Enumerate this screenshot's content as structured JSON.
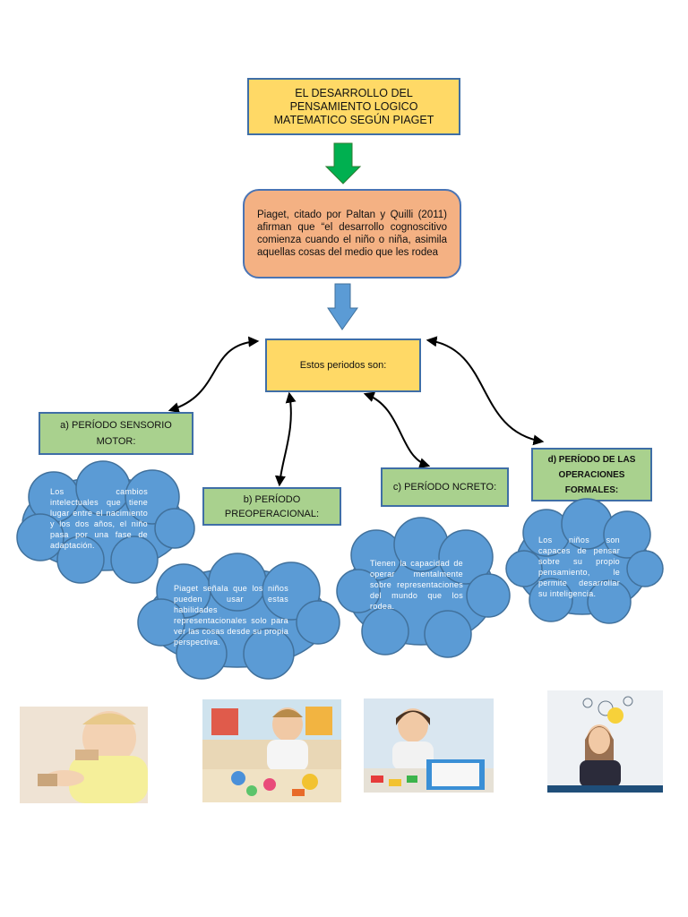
{
  "title": "EL DESARROLLO DEL PENSAMIENTO LOGICO MATEMATICO SEGÚN PIAGET",
  "intro": "Piaget, citado por Paltan y Quilli (2011) afirman que “el desarrollo cognoscitivo comienza cuando el niño o niña, asimila aquellas cosas del medio que les rodea",
  "periods_label": "Estos periodos son:",
  "periods": {
    "a": {
      "label": "a) PERÍODO SENSORIO MOTOR:",
      "text": "Los cambios intelectuales que tiene lugar entre el nacimiento y los dos años, el niño pasa por una fase de adaptación."
    },
    "b": {
      "label": "b) PERÍODO PREOPERACIONAL:",
      "text": "Piaget señala que los niños pueden usar estas habilidades representacionales solo para ver las cosas desde su propia perspectiva."
    },
    "c": {
      "label": "c) PERÍODO NCRETO:",
      "text": "Tienen la capacidad de operar mentalmente sobre representaciones del mundo que los rodea."
    },
    "d": {
      "label": "d) PERÍODO DE LAS OPERACIONES FORMALES:",
      "text": "Los niños son capaces de pensar sobre su propio pensamiento, le permite desarrollar su inteligencia."
    }
  },
  "colors": {
    "yellow_box": "#ffd966",
    "green_box": "#a9d18e",
    "orange_box": "#f4b183",
    "cloud": "#5b9bd5",
    "green_arrow": "#00b050",
    "blue_arrow": "#5b9bd5"
  },
  "icons": [
    "down-arrow-icon",
    "cloud-shape"
  ]
}
